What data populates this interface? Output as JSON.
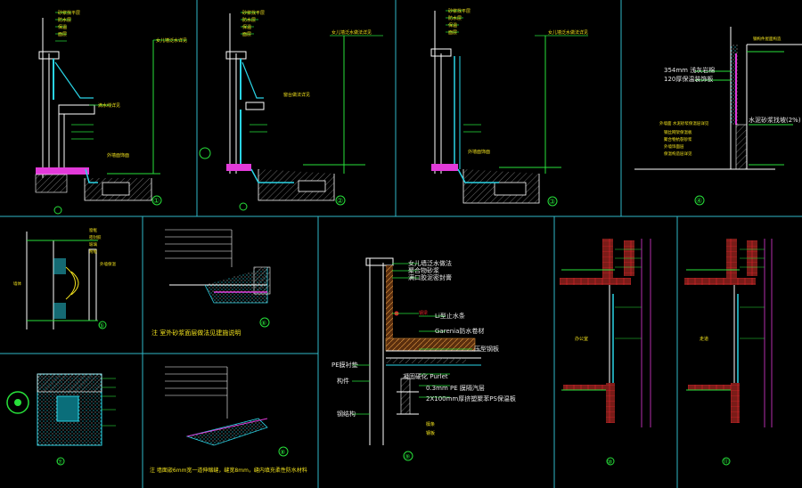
{
  "drawing": {
    "background": "#000000",
    "frame_color": "#2fb7c9",
    "line_white": "#e8e8e8",
    "line_green": "#27e03a",
    "line_cyan": "#2ad4e6",
    "accent_magenta": "#e23ad9",
    "accent_red": "#e0242a",
    "accent_yellow": "#f2e21e",
    "hatch_gray": "#8a8a8a",
    "brick_red": "#b0302a",
    "insulation_brown": "#8a4a1a"
  },
  "notes": {
    "note_left": "注  室外砂浆面层做法见建施说明",
    "note_bottom": "注  墙面嵌6mm宽一道伸缩缝，缝宽8mm，缝内填充柔性防水材料"
  },
  "wall_labels": {
    "a": "354mm 浅灰岩棉",
    "b": "120厚保温装饰板",
    "c": "水泥砂浆找坡(2%)"
  },
  "center_labels": {
    "l1": "女儿墙泛水做法",
    "l2": "聚合物砂浆",
    "l3": "满口胶泥密封膏",
    "l4": "Li型止水条",
    "l5": "Garenia防水卷材",
    "l6": "压型钢板",
    "l7": "凝固硬化 Purlet",
    "l8": "0.3mm PE 膜隔汽层",
    "l9": "2X100mm厚挤塑聚苯PS保温板",
    "l10": "钢梁",
    "l11": "PE膜衬垫",
    "l12": "构件",
    "l13": "檩条",
    "l14": "钢板",
    "l15": "钢结构"
  },
  "section_markers": [
    "①",
    "②",
    "③",
    "④",
    "⑤",
    "⑥",
    "⑦",
    "⑧",
    "⑨",
    "⑩",
    "⑪"
  ],
  "rooms": {
    "left": "办公室",
    "right": "走道"
  }
}
